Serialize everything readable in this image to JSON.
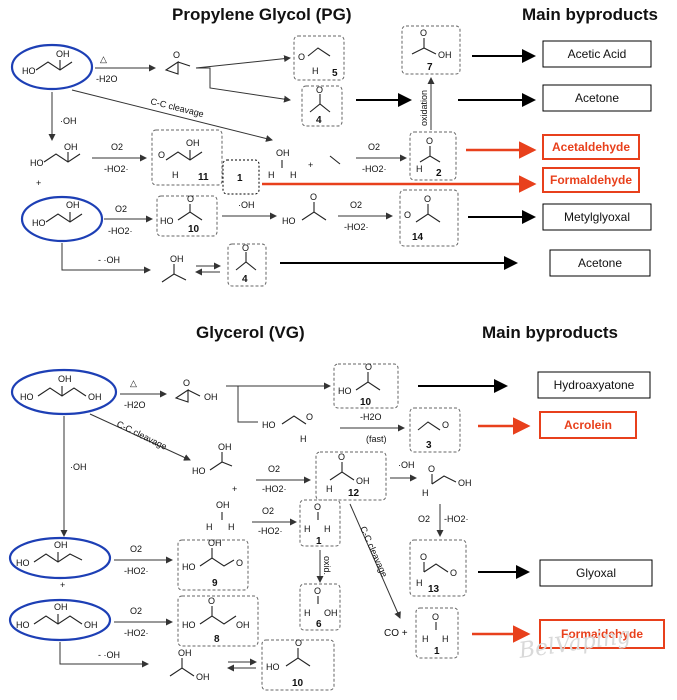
{
  "pg": {
    "title": "Propylene Glycol (PG)",
    "byproducts_title": "Main byproducts",
    "products": [
      "Acetic Acid",
      "Acetone",
      "Acetaldehyde",
      "Formaldehyde",
      "Metylglyoxal",
      "Acetone"
    ],
    "conditions": {
      "heat": "△",
      "minus_water": "-H2O",
      "cc_cleavage": "C-C cleavage",
      "oh_radical": "·OH",
      "o2": "O2",
      "minus_ho2": "-HO2·",
      "oxidation": "oxidation",
      "minus_oh": "- ·OH",
      "plus": "+"
    },
    "numbers": [
      "5",
      "4",
      "7",
      "11",
      "1",
      "2",
      "10",
      "14",
      "4"
    ],
    "atoms": {
      "oh": "OH",
      "ho": "HO",
      "o": "O",
      "h": "H"
    }
  },
  "vg": {
    "title": "Glycerol (VG)",
    "byproducts_title": "Main byproducts",
    "products": [
      "Hydroaxyatone",
      "Acrolein",
      "Glyoxal",
      "Formaldehyde"
    ],
    "conditions": {
      "heat": "△",
      "minus_water": "-H2O",
      "minus_water2": "-H2O",
      "fast": "(fast)",
      "cc_cleavage": "C-C cleavage",
      "cc_cleavage2": "C-C cleavage",
      "oh_radical": "·OH",
      "o2": "O2",
      "minus_ho2": "-HO2·",
      "oxidation": "oxid.",
      "minus_oh": "- ·OH",
      "co_plus": "CO +",
      "plus": "+"
    },
    "numbers": [
      "10",
      "3",
      "12",
      "1",
      "9",
      "8",
      "6",
      "13",
      "1",
      "10"
    ],
    "atoms": {
      "oh": "OH",
      "ho": "HO",
      "o": "O",
      "h": "H"
    }
  },
  "watermark": "BelVaping",
  "colors": {
    "highlight_ring": "#1d3fb5",
    "toxic_red": "#e8401c",
    "arrow": "#000000"
  }
}
